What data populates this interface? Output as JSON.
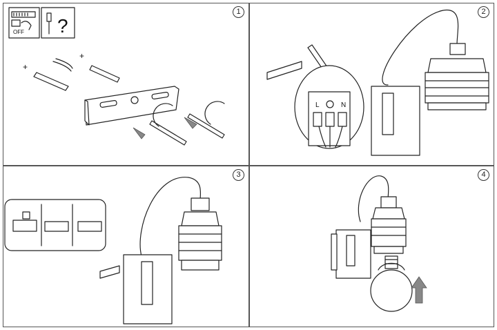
{
  "steps": [
    {
      "number": "1"
    },
    {
      "number": "2"
    },
    {
      "number": "3"
    },
    {
      "number": "4"
    }
  ],
  "switch_label": "OFF",
  "tool_hint": "?",
  "terminals": {
    "live": "L",
    "neutral": "N"
  }
}
